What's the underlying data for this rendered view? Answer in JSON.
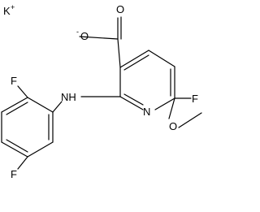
{
  "molecule": {
    "atoms": {
      "potassium": {
        "symbol": "K",
        "charge": "+"
      },
      "carbonyl_oxygen": {
        "symbol": "O"
      },
      "carboxylate_oxygen": {
        "symbol": "O",
        "charge": "-"
      },
      "ring_fluorine": {
        "symbol": "F"
      },
      "ring_nitrogen": {
        "symbol": "N"
      },
      "methoxy_oxygen": {
        "symbol": "O"
      },
      "amine": {
        "symbol": "NH"
      },
      "phenyl_fluorine_ortho": {
        "symbol": "F"
      },
      "phenyl_fluorine_para": {
        "symbol": "F"
      }
    }
  }
}
